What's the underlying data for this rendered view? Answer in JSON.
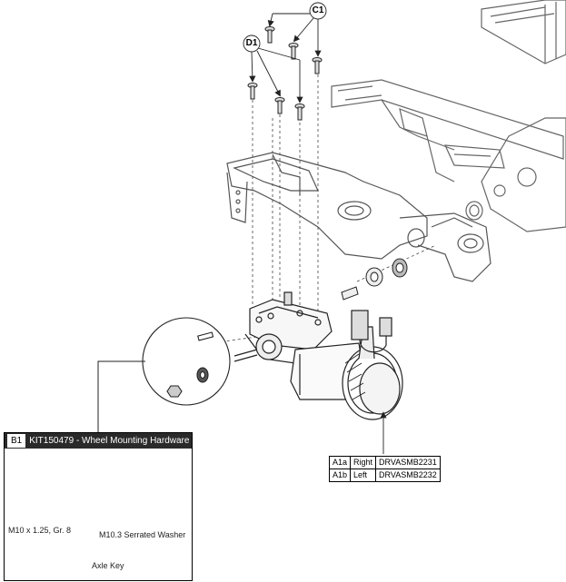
{
  "callouts": {
    "c1": "C1",
    "d1": "D1"
  },
  "kit": {
    "id": "B1",
    "title": "KIT150479 - Wheel Mounting Hardware",
    "items": [
      {
        "label": "M10 x 1.25, Gr. 8"
      },
      {
        "label": "M10.3 Serrated Washer"
      },
      {
        "label": "Axle Key"
      }
    ]
  },
  "parts_table": {
    "rows": [
      {
        "ref": "A1a",
        "side": "Right",
        "part": "DRVASMB2231"
      },
      {
        "ref": "A1b",
        "side": "Left",
        "part": "DRVASMB2232"
      }
    ]
  },
  "colors": {
    "line": "#222222",
    "frame": "#555555",
    "dashed": "#444444",
    "kit_header_bg": "#2a2a2a"
  }
}
